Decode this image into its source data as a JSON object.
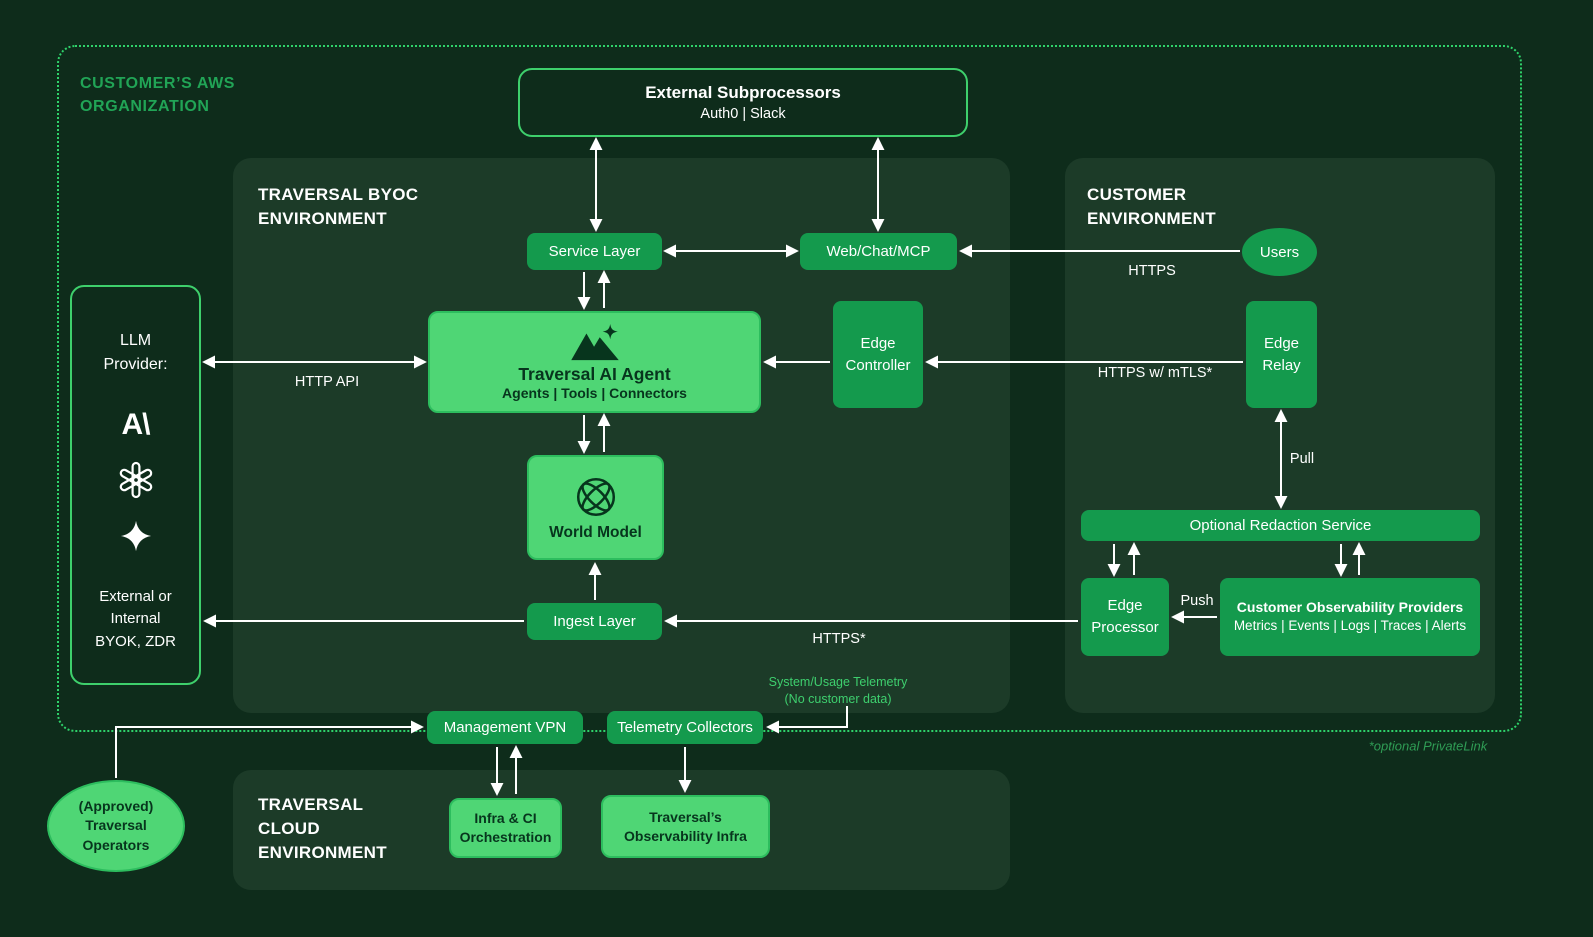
{
  "colors": {
    "bg": "#0e2c1b",
    "panel": "#1c3b28",
    "node_green": "#149a4d",
    "node_bright": "#4fd675",
    "node_bright_border": "#2dbd5e",
    "dark_text": "#07351d",
    "accent": "#2fd36b",
    "label_green": "#3ecf6e",
    "muted_green": "#2f9d55"
  },
  "org": {
    "label": "CUSTOMER’S AWS\nORGANIZATION"
  },
  "external_subprocessors": {
    "title": "External Subprocessors",
    "subtitle": "Auth0 | Slack"
  },
  "panels": {
    "byoc": {
      "label": "TRAVERSAL BYOC\nENVIRONMENT"
    },
    "customer": {
      "label": "CUSTOMER\nENVIRONMENT"
    },
    "cloud": {
      "label": "TRAVERSAL\nCLOUD\nENVIRONMENT"
    }
  },
  "nodes": {
    "service_layer": {
      "label": "Service Layer"
    },
    "web_chat_mcp": {
      "label": "Web/Chat/MCP"
    },
    "edge_controller": {
      "label": "Edge\nController"
    },
    "ai_agent": {
      "title": "Traversal AI Agent",
      "subtitle": "Agents | Tools | Connectors"
    },
    "world_model": {
      "label": "World Model"
    },
    "ingest_layer": {
      "label": "Ingest Layer"
    },
    "users": {
      "label": "Users"
    },
    "edge_relay": {
      "label": "Edge\nRelay"
    },
    "redaction": {
      "label": "Optional Redaction Service"
    },
    "edge_processor": {
      "label": "Edge\nProcessor"
    },
    "observability_providers": {
      "title": "Customer Observability Providers",
      "subtitle": "Metrics | Events | Logs | Traces | Alerts"
    },
    "management_vpn": {
      "label": "Management VPN"
    },
    "telemetry_collectors": {
      "label": "Telemetry Collectors"
    },
    "infra_ci": {
      "label": "Infra & CI\nOrchestration"
    },
    "observability_infra": {
      "label": "Traversal’s\nObservability Infra"
    },
    "operators": {
      "label": "(Approved)\nTraversal\nOperators"
    }
  },
  "llm_provider": {
    "title": "LLM\nProvider:",
    "anthropic_glyph": "A\\",
    "footer": "External or\nInternal\nBYOK, ZDR"
  },
  "edge_labels": {
    "https": "HTTPS",
    "http_api": "HTTP API",
    "mtls": "HTTPS w/ mTLS*",
    "pull": "Pull",
    "push": "Push",
    "https_star": "HTTPS*",
    "telemetry": "System/Usage Telemetry\n(No customer data)",
    "privatelink": "*optional PrivateLink"
  }
}
